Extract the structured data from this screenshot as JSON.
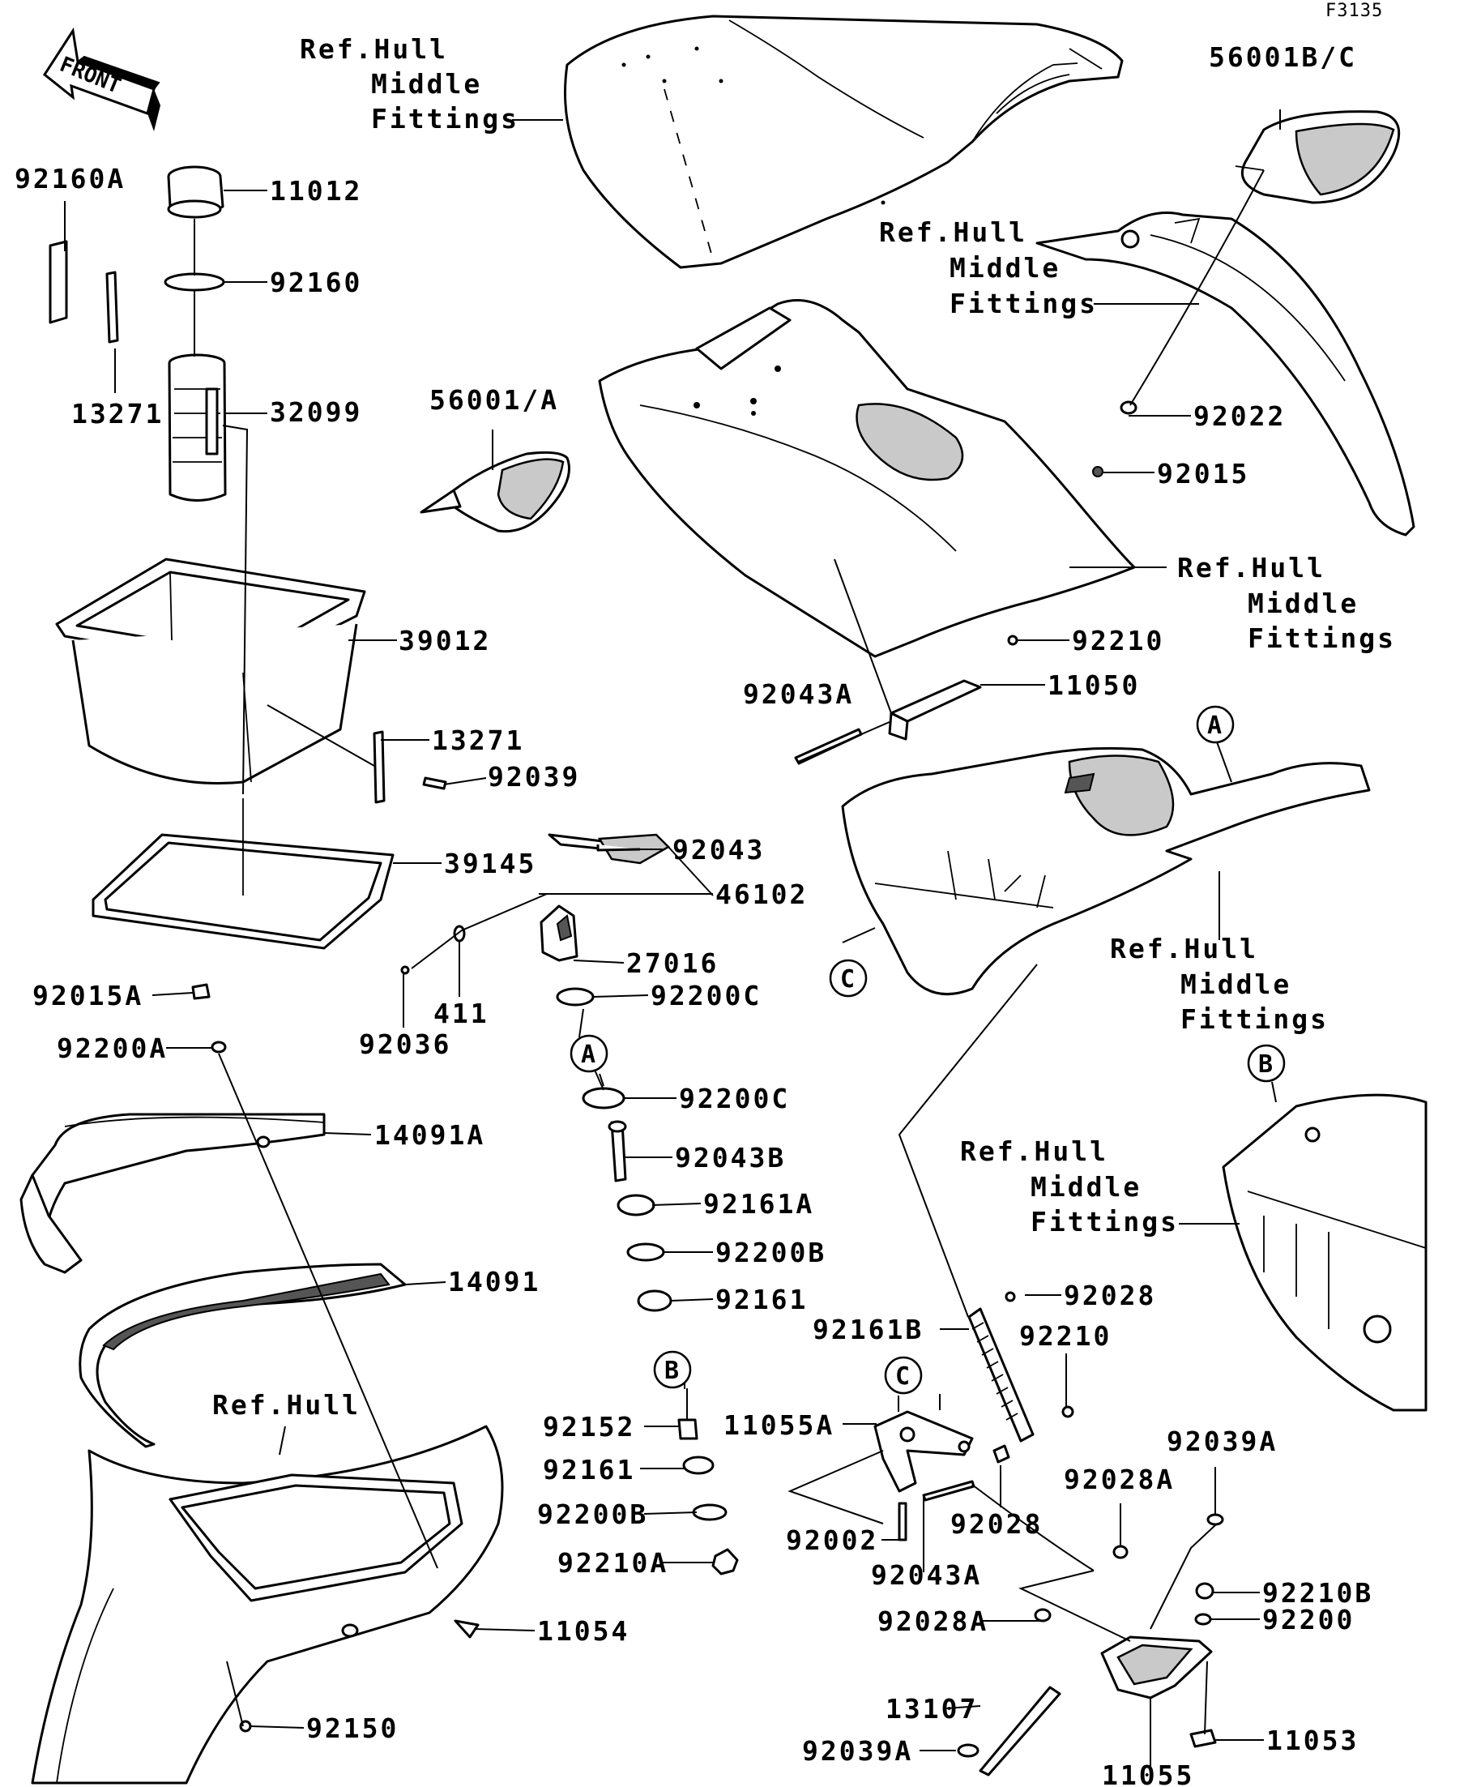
{
  "figure_code": "F3135",
  "front_arrow": "FRONT",
  "ref": {
    "line1": "Ref.Hull",
    "line2": "Middle",
    "line3": "Fittings"
  },
  "ref_hull": "Ref.Hull",
  "parts": {
    "p56001BC": "56001B/C",
    "p92160A": "92160A",
    "p11012": "11012",
    "p92160": "92160",
    "p13271a": "13271",
    "p32099": "32099",
    "p56001A": "56001/A",
    "p92022": "92022",
    "p92015": "92015",
    "p39012": "39012",
    "p92210a": "92210",
    "p11050": "11050",
    "p92043A_top": "92043A",
    "p13271b": "13271",
    "p92039": "92039",
    "p39145": "39145",
    "p92043": "92043",
    "p46102": "46102",
    "p27016": "27016",
    "p92200C_a": "92200C",
    "p411": "411",
    "p92036": "92036",
    "p92015A": "92015A",
    "p92200A": "92200A",
    "p92200C_b": "92200C",
    "p14091A": "14091A",
    "p92043B": "92043B",
    "p92161A": "92161A",
    "p92200B_a": "92200B",
    "p14091": "14091",
    "p92161_a": "92161",
    "p92028_a": "92028",
    "p92161B": "92161B",
    "p92210b": "92210",
    "p92152": "92152",
    "p11055A": "11055A",
    "p92039A_a": "92039A",
    "p92161_b": "92161",
    "p92028A_a": "92028A",
    "p92200B_b": "92200B",
    "p92028_b": "92028",
    "p92002": "92002",
    "p92210A": "92210A",
    "p92043A_bot": "92043A",
    "p92210B": "92210B",
    "p92028A_b": "92028A",
    "p92200": "92200",
    "p11054": "11054",
    "p13107": "13107",
    "p92150": "92150",
    "p11053": "11053",
    "p92039A_b": "92039A",
    "p11055": "11055"
  },
  "callouts": {
    "a": "A",
    "b": "B",
    "c": "C"
  }
}
